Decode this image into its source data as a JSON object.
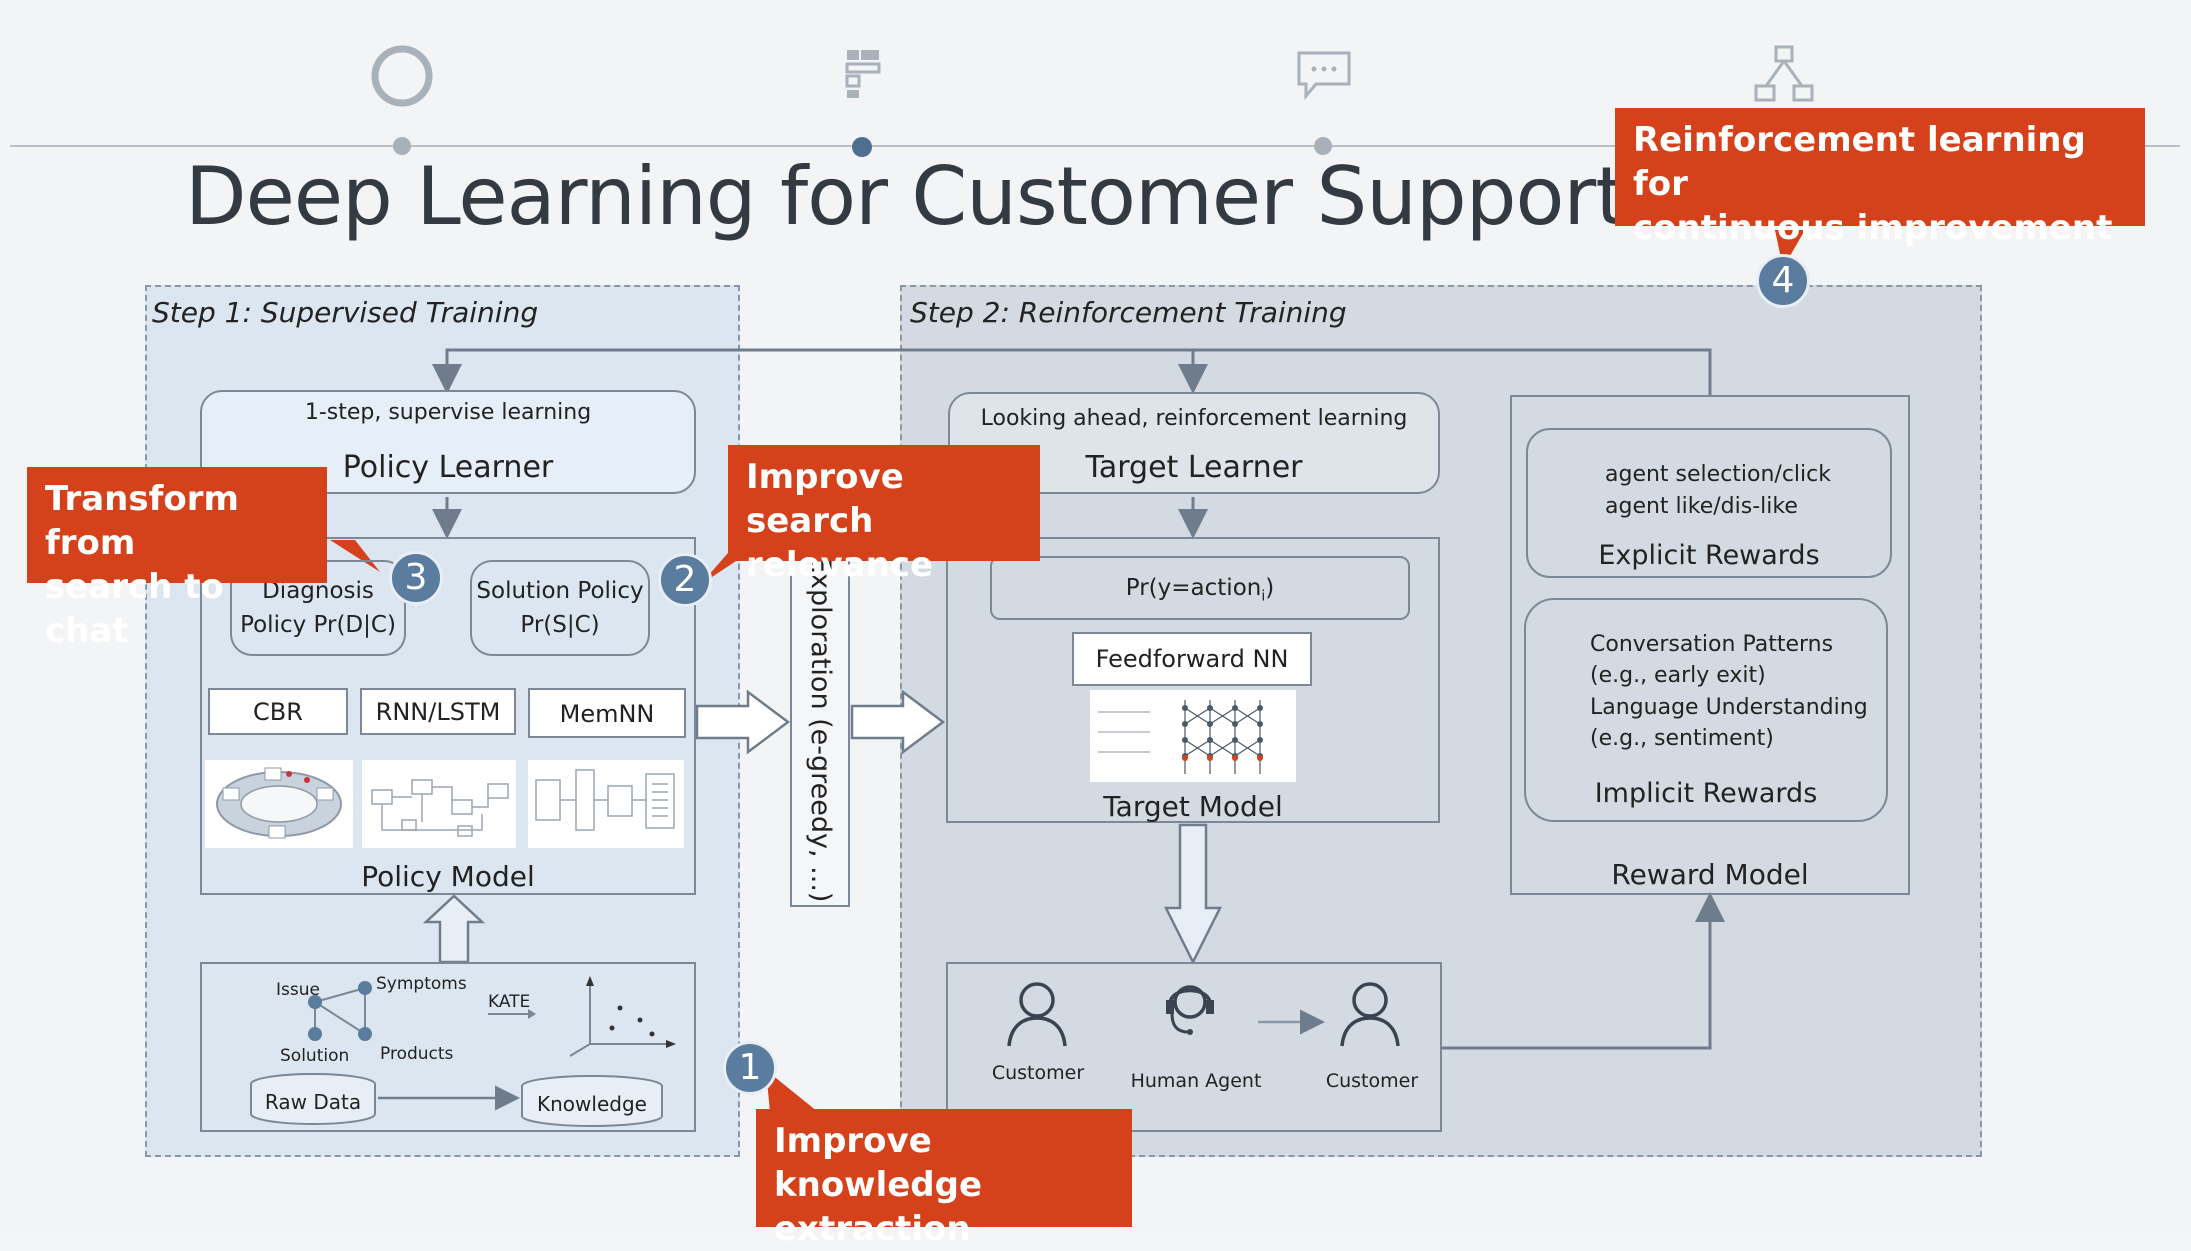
{
  "title": "Deep Learning for Customer Support Bot",
  "step1": {
    "label": "Step 1: Supervised Training",
    "policy_learner": {
      "subtitle": "1-step, supervise learning",
      "title": "Policy Learner"
    },
    "diagnosis_policy": {
      "line1": "Diagnosis",
      "line2": "Policy Pr(D|C)"
    },
    "solution_policy": {
      "line1": "Solution Policy",
      "line2": "Pr(S|C)"
    },
    "models": [
      "CBR",
      "RNN/LSTM",
      "MemNN"
    ],
    "policy_model": "Policy Model",
    "knowledge": {
      "issue": "Issue",
      "symptoms": "Symptoms",
      "solution": "Solution",
      "products": "Products",
      "kate": "KATE",
      "raw_data": "Raw Data",
      "knowledge": "Knowledge"
    }
  },
  "exploration": "Exploration (e-greedy, ...)",
  "step2": {
    "label": "Step 2: Reinforcement Training",
    "target_learner": {
      "subtitle": "Looking ahead, reinforcement learning",
      "title": "Target Learner"
    },
    "pr_action": "Pr(y=action",
    "pr_action_sub": "i",
    "pr_action_end": ")",
    "feedforward": "Feedforward NN",
    "target_model": "Target Model",
    "explicit_rewards": {
      "line1": "agent selection/click",
      "line2": "agent like/dis-like",
      "title": "Explicit Rewards"
    },
    "implicit_rewards": {
      "line1": "Conversation Patterns",
      "line2": "(e.g., early exit)",
      "line3": "Language Understanding",
      "line4": "(e.g., sentiment)",
      "title": "Implicit Rewards"
    },
    "reward_model": "Reward Model",
    "actors": {
      "customer1": "Customer",
      "human_agent": "Human Agent",
      "customer2": "Customer"
    }
  },
  "callouts": {
    "c1": {
      "number": "1",
      "line1": "Improve knowledge",
      "line2": "extraction"
    },
    "c2": {
      "number": "2",
      "line1": "Improve search",
      "line2": "relevance"
    },
    "c3": {
      "number": "3",
      "line1": "Transform from",
      "line2": "search to chat"
    },
    "c4": {
      "number": "4",
      "line1": "Reinforcement learning for",
      "line2": "continuous improvement"
    }
  },
  "colors": {
    "callout": "#d4411a",
    "badge": "#5a7c9e",
    "step1_bg": "#dbe6f1",
    "step2_bg": "#d3d9e1",
    "border": "#7c8896"
  }
}
